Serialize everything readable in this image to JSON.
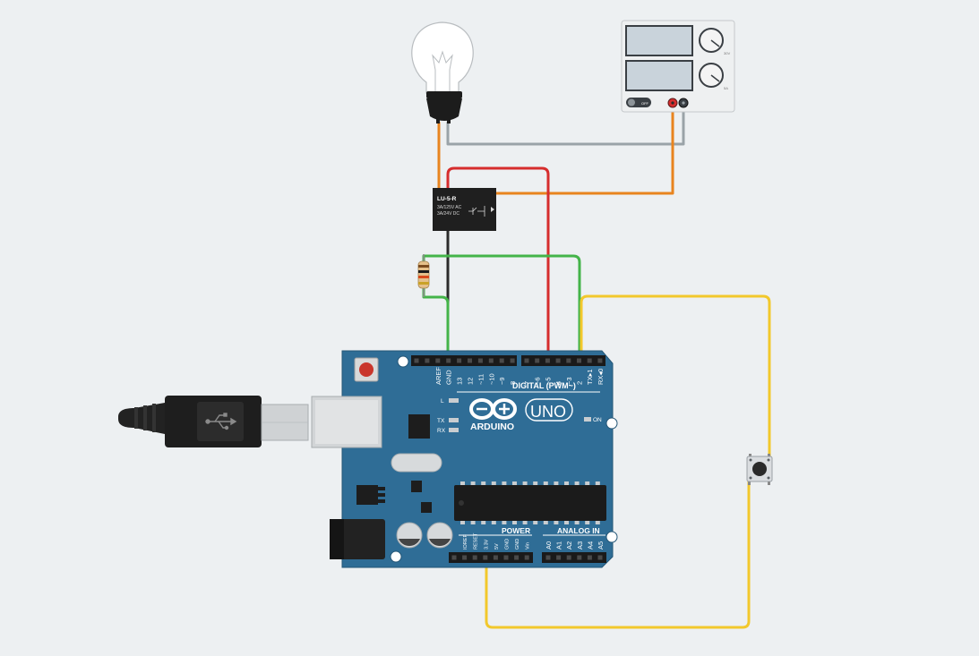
{
  "canvas": {
    "background": "#edf0f2"
  },
  "colors": {
    "board": "#2f6d96",
    "wire_red": "#d62d2d",
    "wire_black": "#2b2b2b",
    "wire_green": "#44b449",
    "wire_yellow": "#f2c82c",
    "wire_orange": "#e8841f",
    "wire_gray": "#9aa3a8"
  },
  "components": {
    "lightbulb": {
      "name": "lightbulb",
      "icon": "lightbulb-icon"
    },
    "power_supply": {
      "name": "power-supply",
      "switch_label": "OFF",
      "knob_top_label": "30V",
      "knob_bottom_label": "5A"
    },
    "relay": {
      "model": "LU-5-R",
      "rating_ac": "3A/125V AC",
      "rating_dc": "3A/24V  DC"
    },
    "resistor": {
      "name": "resistor"
    },
    "pushbutton": {
      "name": "pushbutton"
    },
    "usb_cable": {
      "name": "usb-cable",
      "icon": "usb-icon"
    }
  },
  "arduino": {
    "brand": "ARDUINO",
    "model": "UNO",
    "digital_label": "DIGITAL (PWM~)",
    "power_label": "POWER",
    "analog_label": "ANALOG IN",
    "led_labels": [
      "L",
      "TX",
      "RX",
      "ON"
    ],
    "top_pins": [
      "AREF",
      "GND",
      "13",
      "12",
      "~11",
      "~10",
      "~9",
      "8",
      "7",
      "~6",
      "~5",
      "4",
      "~3",
      "2",
      "TX▸1",
      "RX◂0"
    ],
    "power_pins": [
      "IOREF",
      "RESET",
      "3.3V",
      "5V",
      "GND",
      "GND",
      "Vin"
    ],
    "analog_pins": [
      "A0",
      "A1",
      "A2",
      "A3",
      "A4",
      "A5"
    ]
  }
}
